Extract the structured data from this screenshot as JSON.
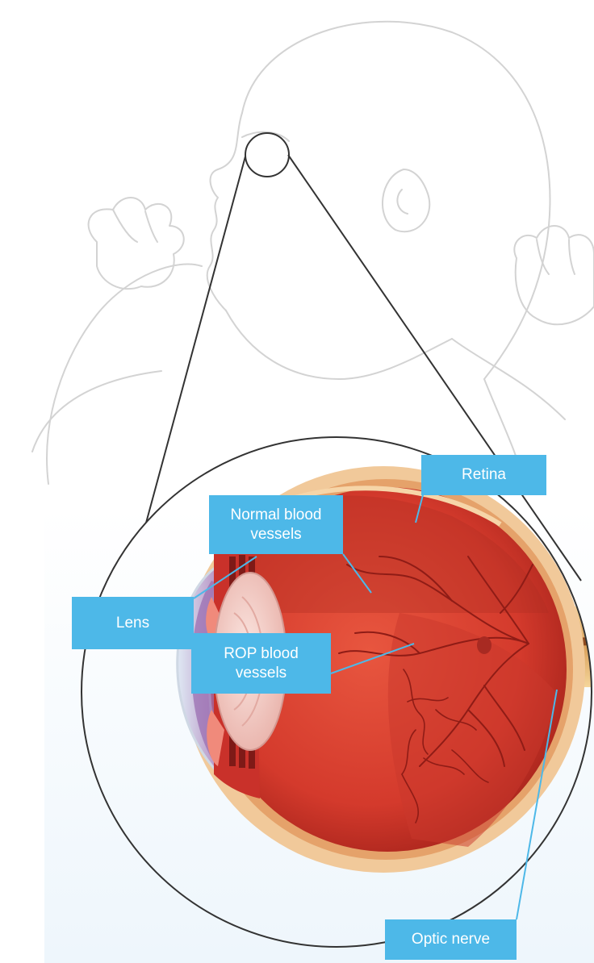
{
  "labels": {
    "retina": "Retina",
    "normal_vessels": "Normal blood vessels",
    "lens": "Lens",
    "rop_vessels": "ROP blood vessels",
    "optic_nerve": "Optic nerve"
  },
  "colors": {
    "label_bg": "#4db8e8",
    "label_text": "#ffffff",
    "leader_line": "#4db8e8",
    "outline": "#333333",
    "baby_sketch": "#d3d3d3",
    "eye_red": "#d43a2c",
    "sclera": "#f1c99a",
    "background_tint": "#f2f8fd"
  },
  "icons": {
    "baby": "infant-sketch",
    "eye": "eye-cross-section"
  }
}
